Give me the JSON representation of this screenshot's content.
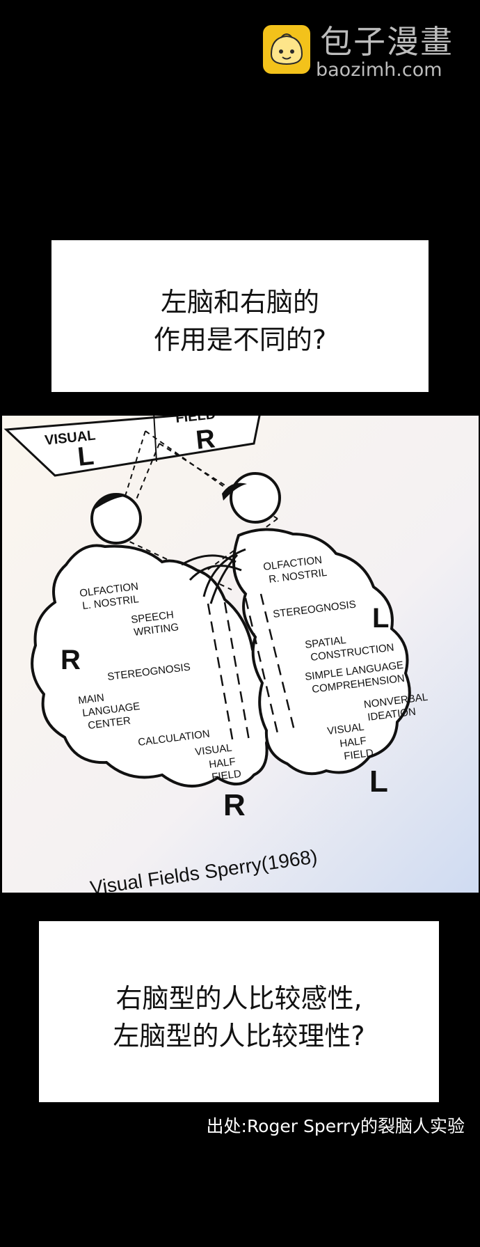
{
  "watermark": {
    "title": "包子漫畫",
    "url": "baozimh.com",
    "icon": "bun-mascot-icon"
  },
  "caption1": {
    "line1": "左脑和右脑的",
    "line2": "作用是不同的?"
  },
  "diagram": {
    "visual_label": "VISUAL",
    "field_label": "FIELD",
    "screen_left": "L",
    "screen_right": "R",
    "left_brain": {
      "olfaction": "OLFACTION",
      "nostril": "L. NOSTRIL",
      "speech": "SPEECH",
      "writing": "WRITING",
      "big_letter": "R",
      "stereognosis": "STEREOGNOSIS",
      "main": "MAIN",
      "language": "LANGUAGE",
      "center": "CENTER",
      "calculation": "CALCULATION",
      "visual": "VISUAL",
      "half": "HALF",
      "field": "FIELD",
      "bottom_letter": "R"
    },
    "right_brain": {
      "olfaction": "OLFACTION",
      "nostril": "R. NOSTRIL",
      "stereognosis": "STEREOGNOSIS",
      "big_letter": "L",
      "spatial": "SPATIAL",
      "construction": "CONSTRUCTION",
      "simple_language": "SIMPLE LANGUAGE",
      "comprehension": "COMPREHENSION",
      "nonverbal": "NONVERBAL",
      "ideation": "IDEATION",
      "visual": "VISUAL",
      "half": "HALF",
      "field": "FIELD",
      "bottom_letter": "L"
    },
    "caption": "Visual Fields Sperry(1968)"
  },
  "caption2": {
    "line1": "右脑型的人比较感性,",
    "line2": "左脑型的人比较理性?"
  },
  "source": "出处:Roger Sperry的裂脑人实验"
}
